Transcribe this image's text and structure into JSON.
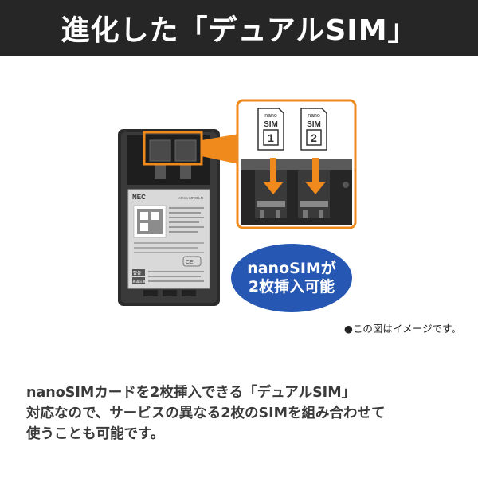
{
  "header": {
    "title": "進化した「デュアルSIM」"
  },
  "device": {
    "brand": "NEC",
    "model": "Aterm MR05LN",
    "warning_labels": [
      "警告",
      "高温注意"
    ]
  },
  "sim_slots": [
    {
      "type": "nano",
      "label": "SIM",
      "number": "1"
    },
    {
      "type": "nano",
      "label": "SIM",
      "number": "2"
    }
  ],
  "bubble": {
    "line1": "nanoSIMが",
    "line2": "2枚挿入可能"
  },
  "note": "●この図はイメージです。",
  "description": {
    "line1": "nanoSIMカードを2枚挿入できる「デュアルSIM」",
    "line2": "対応なので、サービスの異なる2枚のSIMを組み合わせて",
    "line3": "使うことも可能です。"
  },
  "colors": {
    "accent": "#f08a1c",
    "bubble": "#2557b3",
    "header_bg": "#262626"
  }
}
